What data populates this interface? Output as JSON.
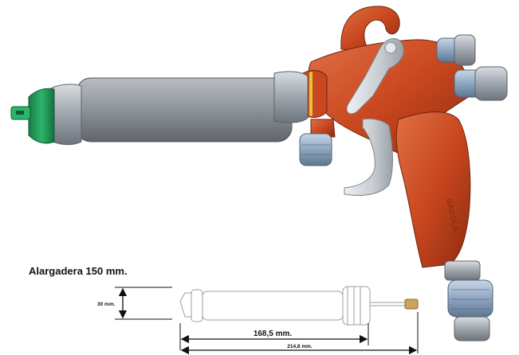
{
  "caption": "Alargadera 150 mm.",
  "dimensions": {
    "height": "30 mm.",
    "length_inner": "168,5 mm.",
    "length_total": "214,8 mm."
  },
  "brand_mark": "SAGOLA",
  "colors": {
    "body_orange": "#c9471f",
    "extension_gray": "#8f9499",
    "nozzle_green": "#1f9a55",
    "trigger_silver": "#cfd3d8",
    "line": "#111111"
  }
}
